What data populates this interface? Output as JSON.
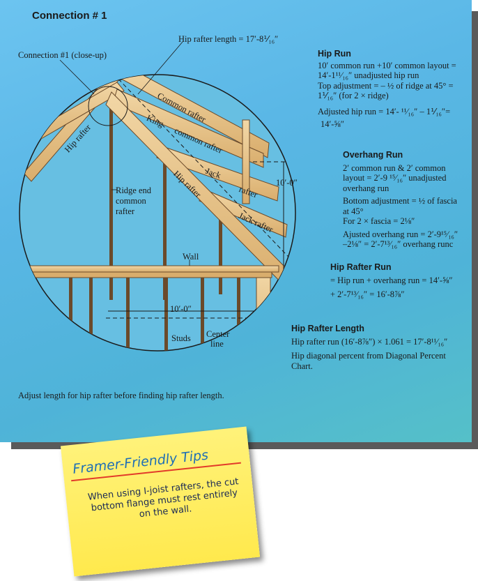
{
  "title": "Connection # 1",
  "diagram_labels": {
    "hip_rafter_length": "Hip rafter length = 17′-8⅟₁₆″",
    "connection_closeup": "Connection #1 (close-up)",
    "common_rafter": "Common rafter",
    "king": "King",
    "king_common_rafter": "common rafter",
    "hip_rafter_left": "Hip rafter",
    "hip_rafter_right": "Hip rafter",
    "jack": "Jack",
    "jack_rafter": "rafter",
    "jack_rafter_2": "Jack rafter",
    "ridge_end_1": "Ridge end",
    "ridge_end_2": "common",
    "ridge_end_3": "rafter",
    "ten_foot_vertical": "10′-0″",
    "ten_foot_horizontal": "10′-0″",
    "wall": "Wall",
    "studs": "Studs",
    "center": "Center",
    "line": "line"
  },
  "hip_run": {
    "heading": "Hip Run",
    "line1": "10′ common run +10′ common layout =",
    "line2": "14′-1¹¹⁄₁₆″ unadjusted hip run",
    "line3": "Top adjustment = – ½ of ridge at 45° =",
    "line4": "1⅟₁₆″ (for 2 × ridge)",
    "line5": "Adjusted hip run = 14′- ¹¹⁄₁₆″ – 1⅟₁₆″=",
    "line6": "14′-⅝″"
  },
  "overhang_run": {
    "heading": "Overhang Run",
    "line1": "2′ common run & 2′ common",
    "line2": "layout = 2′-9 ¹⁵⁄₁₆″ unadjusted",
    "line3": "overhang run",
    "line4": "Bottom adjustment = ½ of fascia",
    "line5": "at 45°",
    "line6": "For 2 × fascia = 2⅛″",
    "line7": "Ajusted overhang run = 2′-9¹⁵⁄₁₆″",
    "line8": "–2⅛″ = 2′-7¹³⁄₁₆″ overhang runc"
  },
  "hip_rafter_run": {
    "heading": "Hip Rafter Run",
    "line1": "= Hip run + overhang run = 14′-⅝″",
    "line2": "+ 2′-7¹³⁄₁₆″ = 16′-8⅞″"
  },
  "hip_rafter_length_section": {
    "heading": "Hip Rafter Length",
    "line1": "Hip rafter run (16′-8⅞″) × 1.061 = 17′-8¹¹⁄₁₆″",
    "line2": "Hip diagonal percent from Diagonal Percent",
    "line3": "Chart."
  },
  "caption": "Adjust length for hip rafter before finding hip rafter length.",
  "tip": {
    "title": "Framer-Friendly Tips",
    "body": "When using I-joist rafters, the cut bottom flange must rest entirely on the wall."
  },
  "colors": {
    "background": "#5ab7e6",
    "wood": "#e8c58c",
    "note": "#ffe94d",
    "tip_title": "#1f6fb5",
    "tip_rule": "#e23a2a"
  }
}
